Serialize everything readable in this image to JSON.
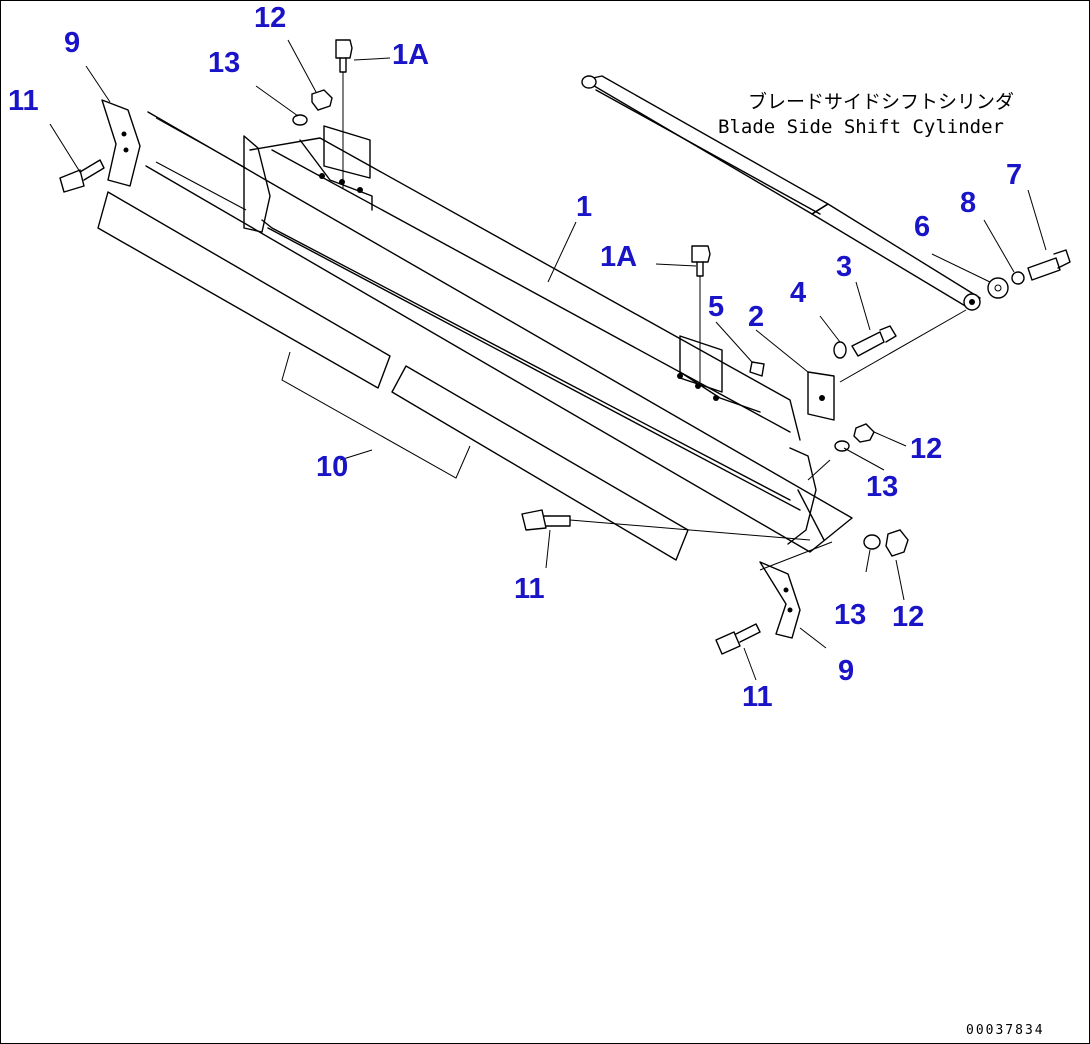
{
  "diagram": {
    "annotation_jp": "ブレードサイドシフトシリンダ",
    "annotation_en": "Blade Side Shift Cylinder",
    "doc_number": "00037834",
    "labels": {
      "p1": "1",
      "p1a_top": "1A",
      "p1a_mid": "1A",
      "p2": "2",
      "p3": "3",
      "p4": "4",
      "p5": "5",
      "p6": "6",
      "p7": "7",
      "p8": "8",
      "p9_left": "9",
      "p9_right": "9",
      "p10": "10",
      "p11_left": "11",
      "p11_mid": "11",
      "p11_right": "11",
      "p12_top": "12",
      "p12_mid": "12",
      "p12_low": "12",
      "p13_top": "13",
      "p13_mid": "13",
      "p13_low": "13"
    }
  }
}
